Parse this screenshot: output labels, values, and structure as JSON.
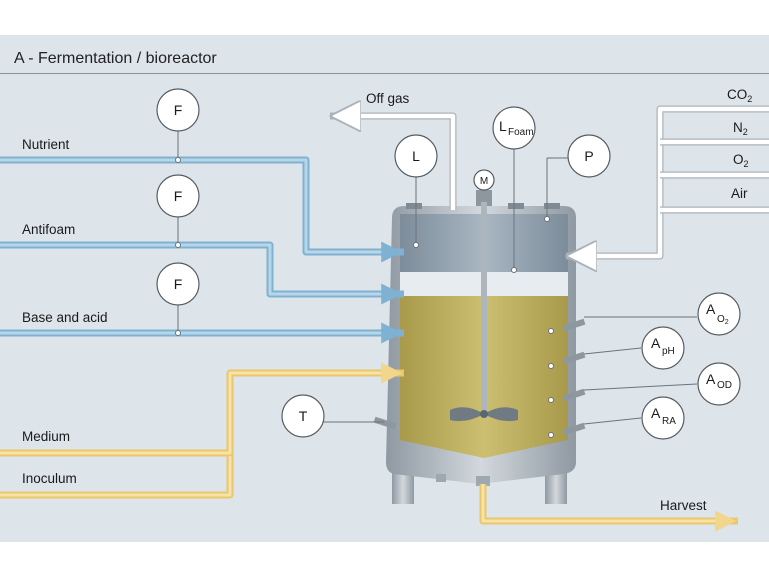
{
  "title": "A - Fermentation / bioreactor",
  "inputs": {
    "nutrient": "Nutrient",
    "antifoam": "Antifoam",
    "base_acid": "Base and acid",
    "medium": "Medium",
    "inoculum": "Inoculum"
  },
  "outputs": {
    "off_gas": "Off gas",
    "harvest": "Harvest"
  },
  "gases": {
    "co2_main": "CO",
    "co2_sub": "2",
    "n2_main": "N",
    "n2_sub": "2",
    "o2_main": "O",
    "o2_sub": "2",
    "air": "Air"
  },
  "instruments": {
    "flow": "F",
    "level": "L",
    "foam_level_main": "L",
    "foam_level_sub": "Foam",
    "pressure": "P",
    "temperature": "T",
    "analysis_main": "A",
    "ao2_sub": "O2",
    "aph_sub": "pH",
    "aod_sub": "OD",
    "ara_sub": "RA"
  },
  "motor": "M"
}
